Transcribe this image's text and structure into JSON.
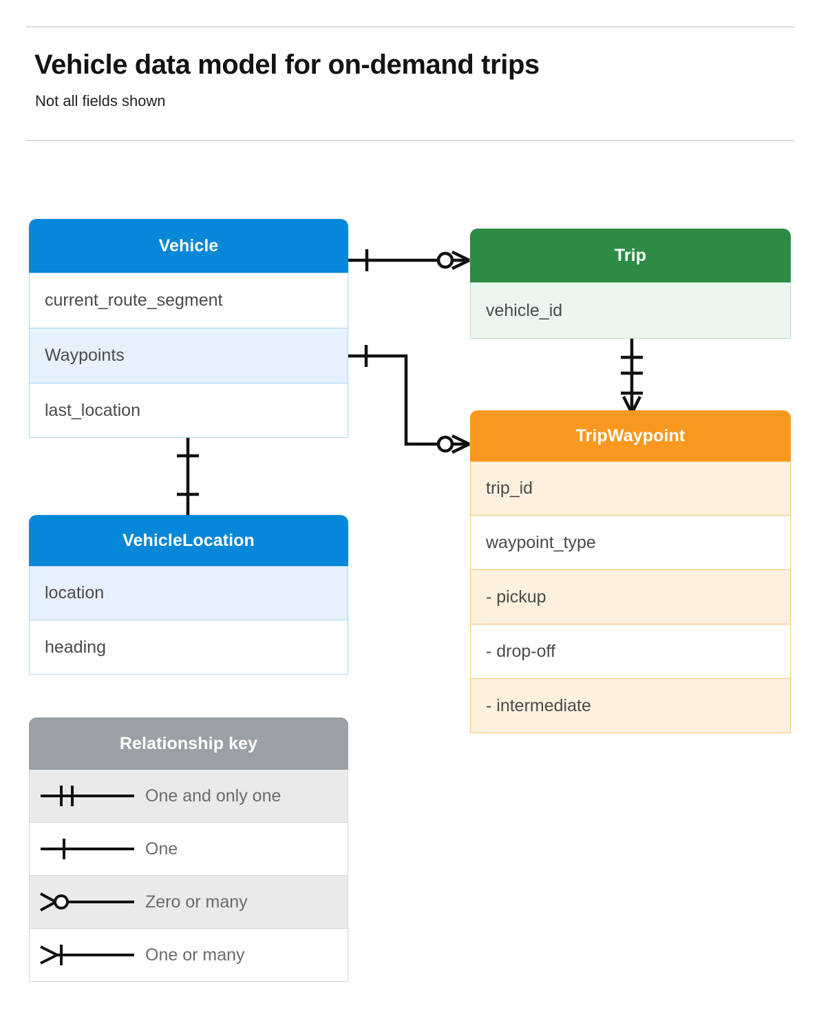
{
  "header": {
    "title": "Vehicle data model for on-demand trips",
    "subtitle": "Not all fields shown"
  },
  "colors": {
    "blue": "#0787d7",
    "blue_fill": "#e7f1fd",
    "blue_border": "#a8d3f5",
    "green": "#2e8b46",
    "green_fill": "#ecf6ee",
    "green_border": "#b4ddbf",
    "orange": "#f89820",
    "orange_fill": "#fdf1de",
    "orange_border": "#f8c271",
    "gray_header": "#9aa0a6",
    "gray_fill": "#eaeaea",
    "gray_border": "#d6d6d6",
    "rule": "#dadce0",
    "field_text": "#4a4a4a",
    "title_text": "#131313"
  },
  "entities": [
    {
      "id": "vehicle",
      "name": "Vehicle",
      "color": "blue",
      "fields": [
        {
          "label": "current_route_segment",
          "highlighted": false
        },
        {
          "label": "Waypoints",
          "highlighted": true
        },
        {
          "label": "last_location",
          "highlighted": false
        }
      ]
    },
    {
      "id": "trip",
      "name": "Trip",
      "color": "green",
      "fields": [
        {
          "label": "vehicle_id",
          "highlighted": true
        }
      ]
    },
    {
      "id": "tripwaypoint",
      "name": "TripWaypoint",
      "color": "orange",
      "fields": [
        {
          "label": "trip_id",
          "highlighted": true
        },
        {
          "label": "waypoint_type",
          "highlighted": false
        },
        {
          "label": "-  pickup",
          "highlighted": true
        },
        {
          "label": "-  drop-off",
          "highlighted": false
        },
        {
          "label": "-  intermediate",
          "highlighted": true
        }
      ]
    },
    {
      "id": "vehiclelocation",
      "name": "VehicleLocation",
      "color": "blue",
      "fields": [
        {
          "label": "location",
          "highlighted": true
        },
        {
          "label": "heading",
          "highlighted": false
        }
      ]
    }
  ],
  "legend": {
    "title": "Relationship key",
    "rows": [
      {
        "symbol": "one-and-only-one",
        "label": "One and only one"
      },
      {
        "symbol": "one",
        "label": "One"
      },
      {
        "symbol": "zero-or-many",
        "label": "Zero or many"
      },
      {
        "symbol": "one-or-many",
        "label": "One or many"
      }
    ]
  },
  "relationships": [
    {
      "id": "vehicle-trip",
      "from": "Vehicle",
      "from_cardinality": "One",
      "to": "Trip",
      "to_cardinality": "Zero or many"
    },
    {
      "id": "vehicle-waypoints-tripwaypoint",
      "from": "Vehicle.Waypoints",
      "from_cardinality": "One",
      "to": "TripWaypoint",
      "to_cardinality": "Zero or many"
    },
    {
      "id": "trip-tripwaypoint",
      "from": "Trip",
      "from_cardinality": "One and only one",
      "to": "TripWaypoint",
      "to_cardinality": "One or many"
    },
    {
      "id": "vehicle-vehiclelocation",
      "from": "Vehicle",
      "from_cardinality": "One",
      "to": "VehicleLocation",
      "to_cardinality": "One"
    }
  ]
}
